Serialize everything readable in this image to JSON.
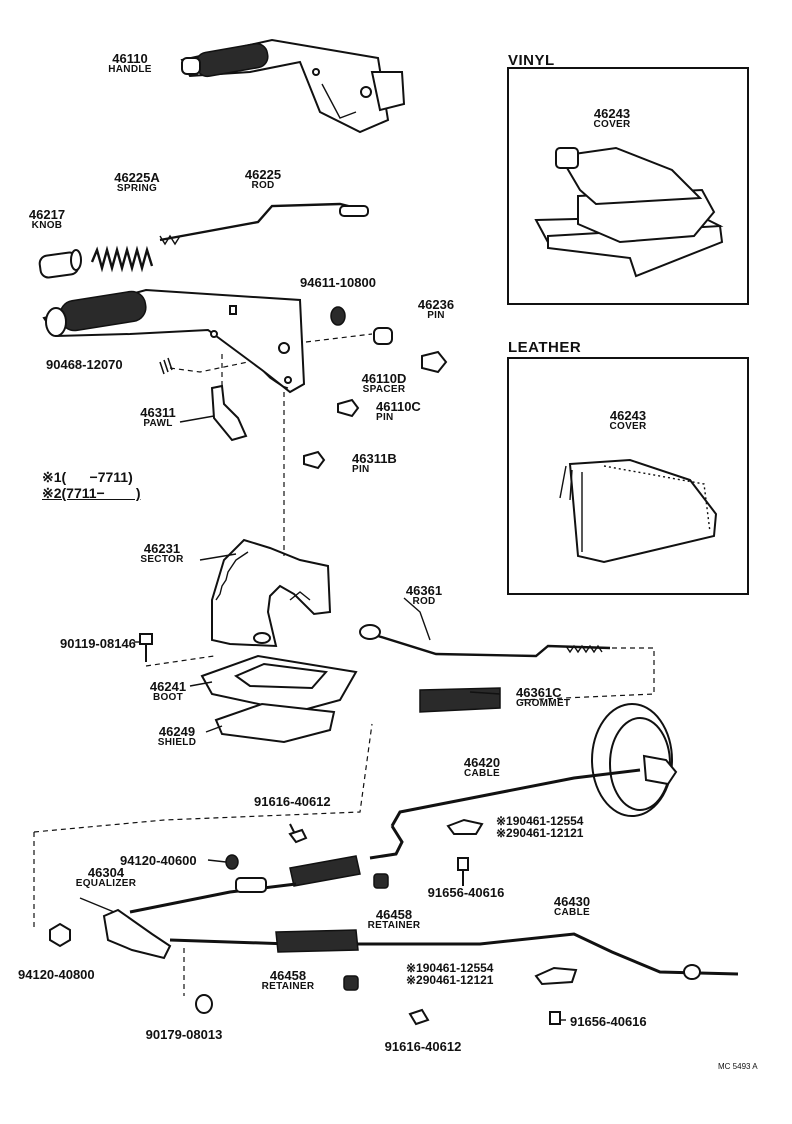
{
  "headings": {
    "vinyl": "VINYL",
    "leather": "LEATHER"
  },
  "parts": {
    "p46110": {
      "number": "46110",
      "name": "HANDLE"
    },
    "p46225a": {
      "number": "46225A",
      "name": "SPRING"
    },
    "p46225": {
      "number": "46225",
      "name": "ROD"
    },
    "p46217": {
      "number": "46217",
      "name": "KNOB"
    },
    "p94611": {
      "number": "94611-10800"
    },
    "p46236": {
      "number": "46236",
      "name": "PIN"
    },
    "p90468": {
      "number": "90468-12070"
    },
    "p46110d": {
      "number": "46110D",
      "name": "SPACER"
    },
    "p46110c": {
      "number": "46110C",
      "name": "PIN"
    },
    "p46311": {
      "number": "46311",
      "name": "PAWL"
    },
    "p46311b": {
      "number": "46311B",
      "name": "PIN"
    },
    "p46231": {
      "number": "46231",
      "name": "SECTOR"
    },
    "p90119": {
      "number": "90119-08146"
    },
    "p46241": {
      "number": "46241",
      "name": "BOOT"
    },
    "p46249": {
      "number": "46249",
      "name": "SHIELD"
    },
    "p46361": {
      "number": "46361",
      "name": "ROD"
    },
    "p46361c": {
      "number": "46361C",
      "name": "GROMMET"
    },
    "p46243v": {
      "number": "46243",
      "name": "COVER"
    },
    "p46243l": {
      "number": "46243",
      "name": "COVER"
    },
    "p46420": {
      "number": "46420",
      "name": "CABLE"
    },
    "p91616a": {
      "number": "91616-40612"
    },
    "p94120a": {
      "number": "94120-40600"
    },
    "p46304": {
      "number": "46304",
      "name": "EQUALIZER"
    },
    "p91656a": {
      "number": "91656-40616"
    },
    "p46458a": {
      "number": "46458",
      "name": "RETAINER"
    },
    "p46430": {
      "number": "46430",
      "name": "CABLE"
    },
    "p94120b": {
      "number": "94120-40800"
    },
    "p46458b": {
      "number": "46458",
      "name": "RETAINER"
    },
    "p90179": {
      "number": "90179-08013"
    },
    "p91616b": {
      "number": "91616-40612"
    },
    "p91656b": {
      "number": "91656-40616"
    }
  },
  "alt_parts_upper": {
    "line1": "※190461-12554",
    "line2": "※290461-12121"
  },
  "alt_parts_lower": {
    "line1": "※190461-12554",
    "line2": "※290461-12121"
  },
  "legend": {
    "line1": "※1(      −7711)",
    "line2": "※2(7711−        )"
  },
  "reference": "MC 5493 A"
}
